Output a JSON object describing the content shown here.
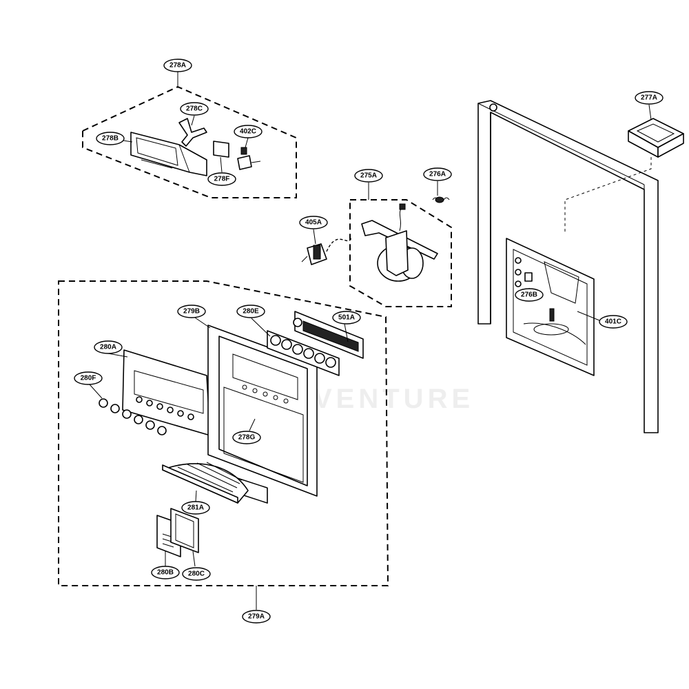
{
  "watermark": "VENTURE",
  "callouts": {
    "c278A": "278A",
    "c278C": "278C",
    "c278B": "278B",
    "c402C": "402C",
    "c278F": "278F",
    "c275A": "275A",
    "c276A": "276A",
    "c277A": "277A",
    "c405A": "405A",
    "c279B": "279B",
    "c280E": "280E",
    "c501A": "501A",
    "c280A": "280A",
    "c280F": "280F",
    "c278G": "278G",
    "c281A": "281A",
    "c280B": "280B",
    "c280C": "280C",
    "c279A": "279A",
    "c276B": "276B",
    "c401C": "401C"
  }
}
